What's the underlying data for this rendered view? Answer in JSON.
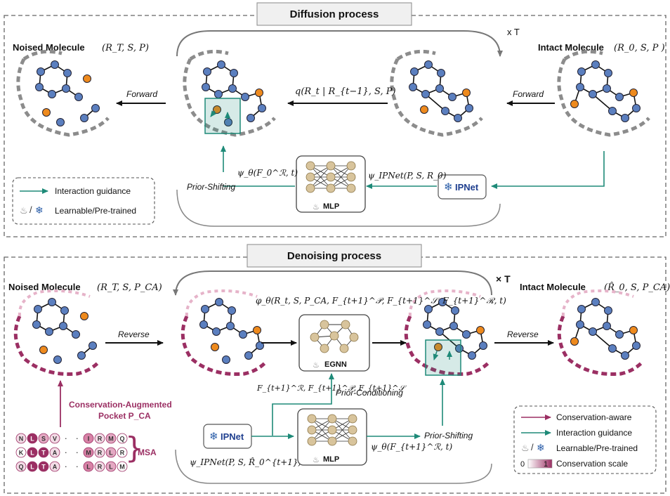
{
  "diffusion": {
    "title": "Diffusion process",
    "repeat": "x T",
    "noised_label": "Noised Molecule",
    "noised_math": "(R_T, S, P)",
    "intact_label": "Intact Molecule",
    "intact_math": "(R_0, S, P )",
    "forward_label": "Forward",
    "q_math": "q(R_t | R_{t−1}, S, P)",
    "prior_shifting": "Prior-Shifting",
    "psi_theta_math": "ψ_θ(F_0^ℛ, t)",
    "mlp": "MLP",
    "psi_ipnet_math": "ψ_IPNet(P, S, R_0)",
    "ipnet": "IPNet",
    "legend_interaction": "Interaction guidance",
    "legend_learnable": "Learnable/Pre-trained"
  },
  "denoising": {
    "title": "Denoising process",
    "repeat": "× T",
    "noised_label": "Noised Molecule",
    "noised_math": "(R_T, S, P_CA)",
    "intact_label": "Intact Molecule",
    "intact_math": "(R̂_0, S, P_CA)",
    "reverse_label": "Reverse",
    "phi_math": "φ_θ(R_t, S, P_CA, F_{t+1}^𝒫, F_{t+1}^𝒮, F_{t+1}^ℛ, t)",
    "egnn": "EGNN",
    "mlp": "MLP",
    "ipnet": "IPNet",
    "prior_conditioning": "Prior-Conditioning",
    "prior_shifting": "Prior-Shifting",
    "f_math": "F_{t+1}^ℛ, F_{t+1}^𝒫, F_{t+1}^𝒮",
    "psi_theta_math": "ψ_θ(F_{t+1}^ℛ, t)",
    "psi_ipnet_math": "ψ_IPNet(P, S, R̂_0^{t+1})",
    "cap_line1": "Conservation-Augmented",
    "cap_line2": "Pocket P_CA",
    "msa_label": "MSA",
    "msa_rows": [
      [
        "N",
        "L",
        "S",
        "V",
        "·",
        "·",
        "I",
        "R",
        "M",
        "Q"
      ],
      [
        "K",
        "L",
        "T",
        "A",
        "·",
        "·",
        "M",
        "R",
        "L",
        "R"
      ],
      [
        "Q",
        "L",
        "T",
        "A",
        "·",
        "·",
        "L",
        "R",
        "L",
        "M"
      ]
    ],
    "legend_conservation": "Conservation-aware",
    "legend_interaction": "Interaction guidance",
    "legend_learnable": "Learnable/Pre-trained",
    "legend_scale": "Conservation scale",
    "scale_min": "0",
    "scale_max": "1"
  },
  "colors": {
    "atom_blue": "#5b7fbf",
    "atom_orange": "#ee8a1d",
    "pocket_gray": "#8c8c8c",
    "teal": "#1e8a78",
    "magenta": "#9b2f63"
  }
}
